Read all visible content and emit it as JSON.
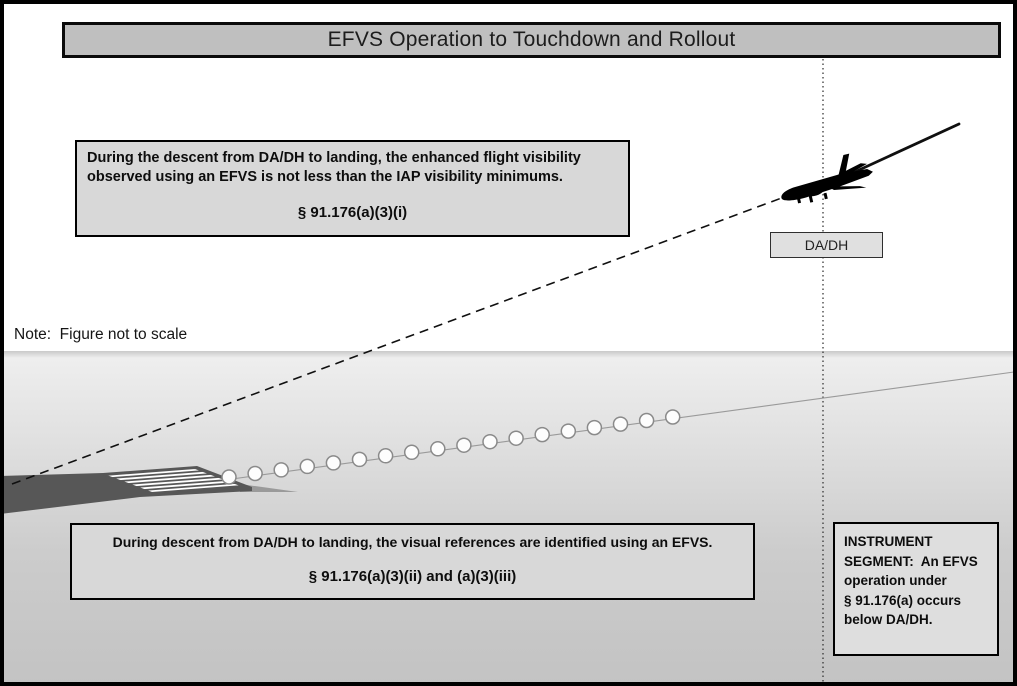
{
  "figure": {
    "title": "EFVS Operation to Touchdown and Rollout"
  },
  "upper_box": {
    "body": "During the descent from DA/DH to landing, the enhanced flight visibility observed using an EFVS is not less than the IAP visibility minimums.",
    "citation": "§ 91.176(a)(3)(i)"
  },
  "note_text": "Note:  Figure not to scale",
  "dadh_label": "DA/DH",
  "lower_box": {
    "body": "During descent from DA/DH to landing, the visual references are identified using an EFVS.",
    "citation": "§ 91.176(a)(3)(ii) and (a)(3)(iii)"
  },
  "instrument_box_text": "INSTRUMENT\nSEGMENT:  An EFVS\noperation under\n§ 91.176(a) occurs\nbelow DA/DH.",
  "diagram": {
    "approach_lights_count": 18,
    "airplane_icon": "airplane-silhouette",
    "colors": {
      "title_bar_fill": "#bfbfbf",
      "text_box_fill": "#d8d8d8",
      "instrument_box_fill": "#dedede",
      "runway_fill": "#575757",
      "ground_top": "#eeeeee",
      "ground_bottom": "#c3c3c3"
    }
  }
}
